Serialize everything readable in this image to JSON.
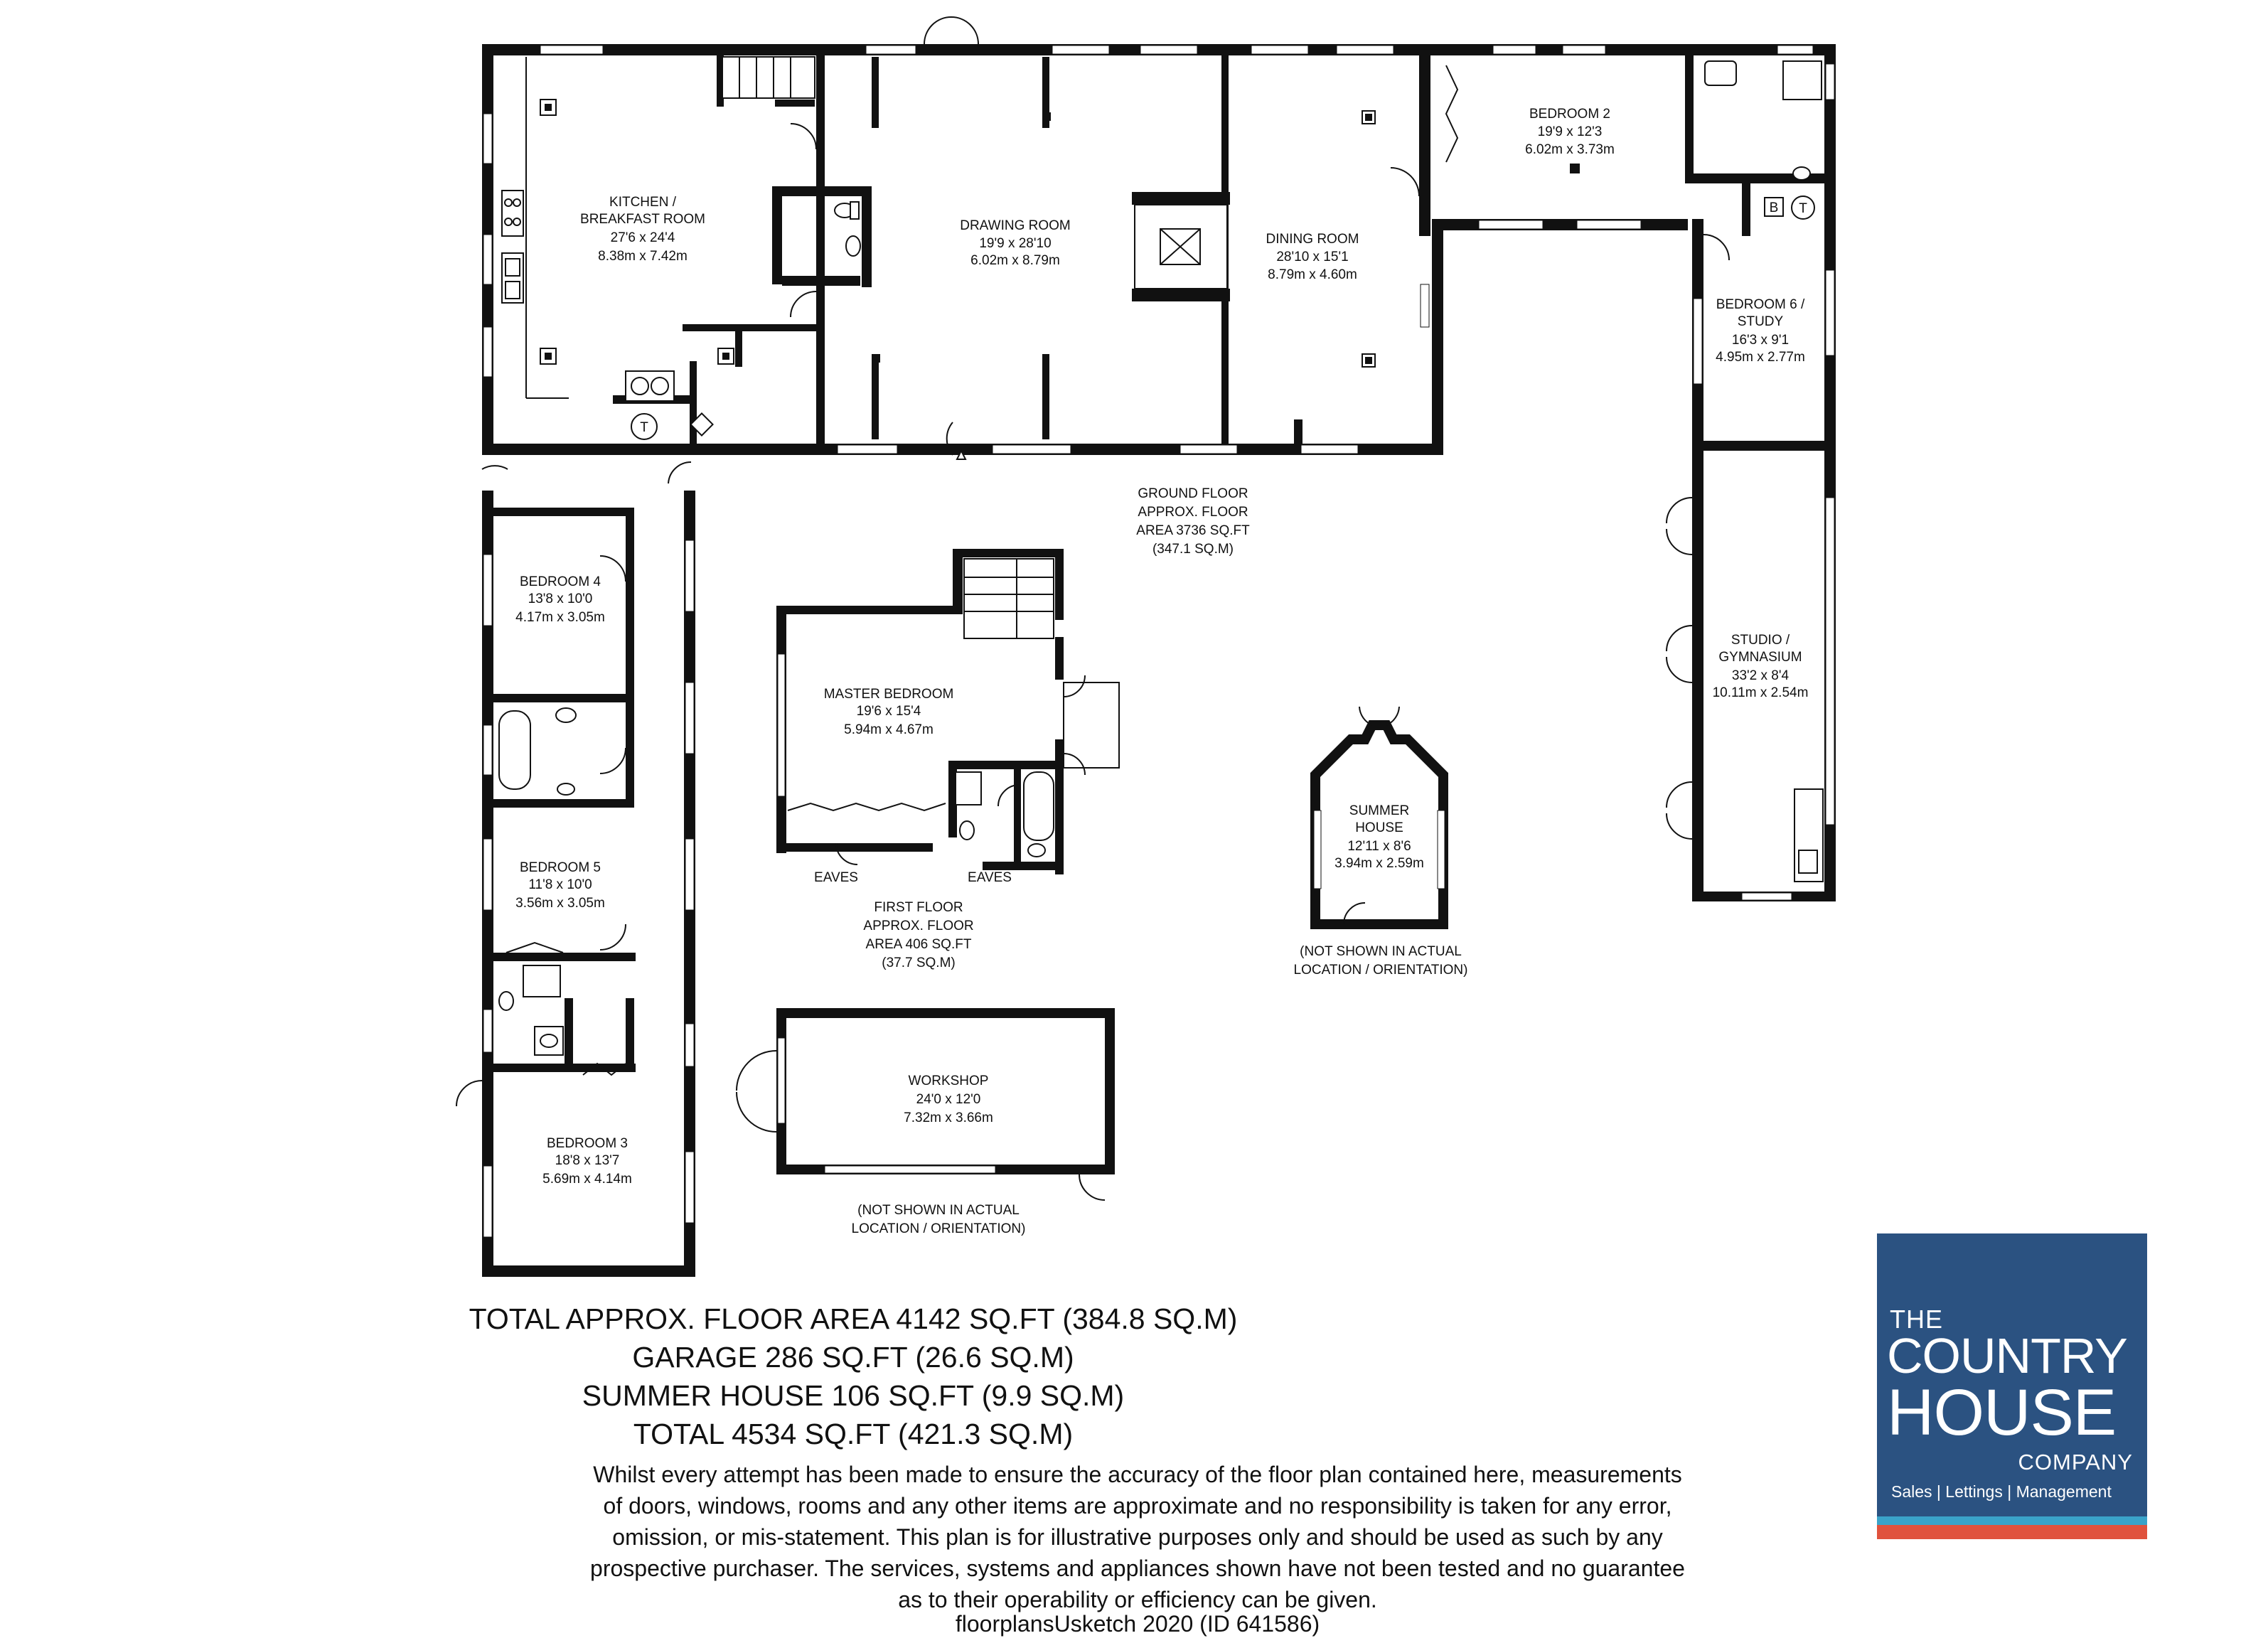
{
  "rooms": {
    "kitchen": {
      "name_1": "KITCHEN /",
      "name_2": "BREAKFAST ROOM",
      "imperial": "27'6 x 24'4",
      "metric": "8.38m x 7.42m"
    },
    "drawing": {
      "name_1": "DRAWING ROOM",
      "imperial": "19'9 x 28'10",
      "metric": "6.02m x 8.79m"
    },
    "dining": {
      "name_1": "DINING ROOM",
      "imperial": "28'10 x 15'1",
      "metric": "8.79m x 4.60m"
    },
    "bedroom2": {
      "name_1": "BEDROOM 2",
      "imperial": "19'9 x 12'3",
      "metric": "6.02m x 3.73m"
    },
    "bedroom6": {
      "name_1": "BEDROOM 6 /",
      "name_2": "STUDY",
      "imperial": "16'3 x 9'1",
      "metric": "4.95m x 2.77m"
    },
    "studio": {
      "name_1": "STUDIO /",
      "name_2": "GYMNASIUM",
      "imperial": "33'2 x 8'4",
      "metric": "10.11m x 2.54m"
    },
    "bedroom4": {
      "name_1": "BEDROOM 4",
      "imperial": "13'8 x 10'0",
      "metric": "4.17m x 3.05m"
    },
    "bedroom5": {
      "name_1": "BEDROOM 5",
      "imperial": "11'8 x 10'0",
      "metric": "3.56m x 3.05m"
    },
    "bedroom3": {
      "name_1": "BEDROOM 3",
      "imperial": "18'8 x 13'7",
      "metric": "5.69m x 4.14m"
    },
    "master": {
      "name_1": "MASTER BEDROOM",
      "imperial": "19'6 x 15'4",
      "metric": "5.94m x 4.67m"
    },
    "summer": {
      "name_1": "SUMMER",
      "name_2": "HOUSE",
      "imperial": "12'11 x 8'6",
      "metric": "3.94m x 2.59m"
    },
    "workshop": {
      "name_1": "WORKSHOP",
      "imperial": "24'0 x 12'0",
      "metric": "7.32m x 3.66m"
    }
  },
  "fixtures": {
    "boiler": "B",
    "tank": "T"
  },
  "floor_notes": {
    "ground": [
      "GROUND FLOOR",
      "APPROX. FLOOR",
      "AREA 3736 SQ.FT",
      "(347.1 SQ.M)"
    ],
    "first": [
      "FIRST FLOOR",
      "APPROX. FLOOR",
      "AREA 406 SQ.FT",
      "(37.7 SQ.M)"
    ],
    "eaves_left": "EAVES",
    "eaves_right": "EAVES",
    "summer_note": [
      "(NOT SHOWN IN ACTUAL",
      "LOCATION / ORIENTATION)"
    ],
    "workshop_note": [
      "(NOT SHOWN IN ACTUAL",
      "LOCATION / ORIENTATION)"
    ]
  },
  "totals": [
    "TOTAL APPROX. FLOOR AREA 4142 SQ.FT (384.8 SQ.M)",
    "GARAGE 286 SQ.FT (26.6 SQ.M)",
    "SUMMER HOUSE 106 SQ.FT (9.9 SQ.M)",
    "TOTAL 4534 SQ.FT (421.3 SQ.M)"
  ],
  "disclaimer": [
    "Whilst every attempt has been made to ensure the accuracy of the floor plan contained here, measurements",
    "of doors, windows, rooms and any other items are approximate and no responsibility is taken for any error,",
    "omission, or mis-statement. This plan is for illustrative purposes only and should be used as such by any",
    "prospective purchaser. The services, systems and appliances shown have not been tested and no guarantee",
    "as to their operability or efficiency can be given."
  ],
  "credit": "floorplansUsketch 2020 (ID 641586)",
  "logo": {
    "line_the": "THE",
    "line_country": "COUNTRY",
    "line_house": "HOUSE",
    "line_company": "COMPANY",
    "services": "Sales  |  Lettings  |  Management",
    "bg_color": "#2b5281",
    "stripe_blue": "#3aa3c9",
    "stripe_red": "#e0523d"
  }
}
